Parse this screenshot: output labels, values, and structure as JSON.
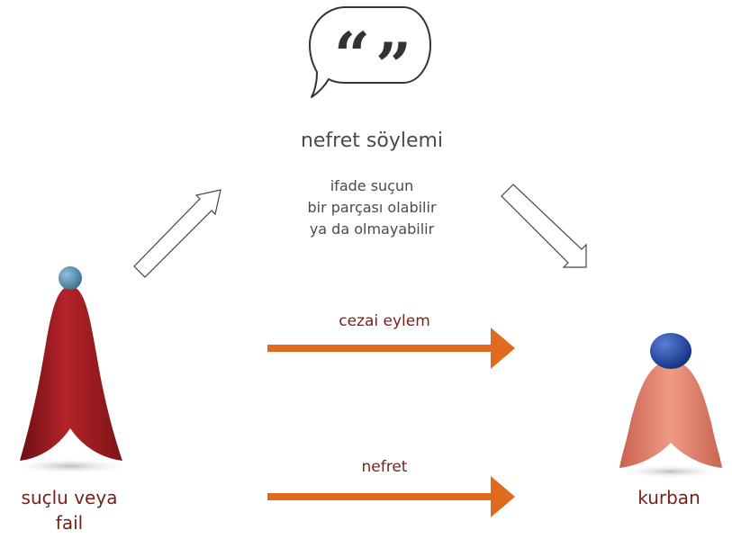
{
  "speech_bubble": {
    "quote_open": "“",
    "quote_close": "”",
    "icon": "speech-bubble-icon"
  },
  "hate_speech": {
    "title": "nefret söylemi",
    "note_lines": [
      "ifade suçun",
      "bir parçası olabilir",
      "ya da olmayabilir"
    ]
  },
  "perpetrator": {
    "label_lines": [
      "suçlu veya",
      "fail"
    ],
    "icon": "perpetrator-figure-icon"
  },
  "victim": {
    "label": "kurban",
    "icon": "victim-figure-icon"
  },
  "arrows": {
    "criminal_act_label": "cezai eylem",
    "hate_label": "nefret"
  },
  "colors": {
    "orange_arrow": "#e06a1d",
    "perpetrator_body": "#9e1b1e",
    "victim_body": "#e0806a",
    "perpetrator_head": "#4f86a6",
    "victim_head": "#1e3f9a",
    "label_text": "#7a1f17",
    "gray_text": "#4a4a4a"
  }
}
